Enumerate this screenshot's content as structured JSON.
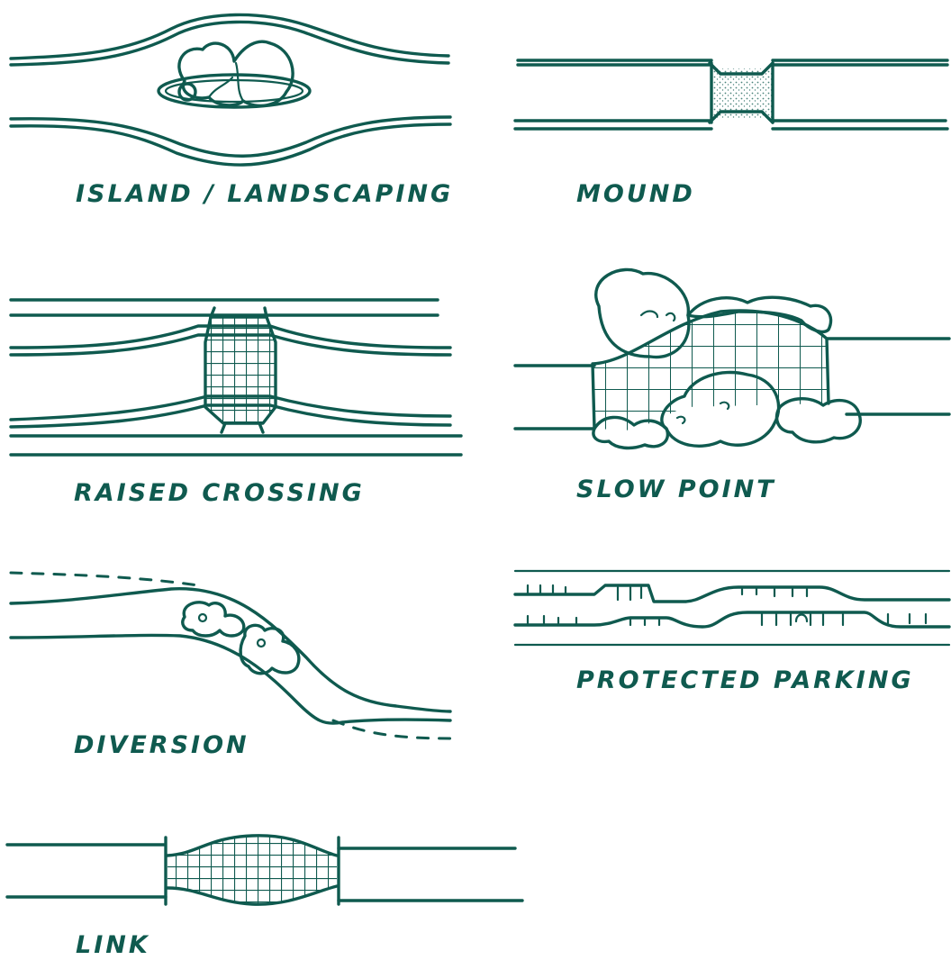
{
  "colors": {
    "ink": "#0f5a4f",
    "background": "#ffffff"
  },
  "labels": {
    "island": "ISLAND / LANDSCAPING",
    "mound": "MOUND",
    "raised_crossing": "RAISED CROSSING",
    "slow_point": "SLOW POINT",
    "diversion": "DIVERSION",
    "protected_parking": "PROTECTED PARKING",
    "link": "LINK"
  }
}
